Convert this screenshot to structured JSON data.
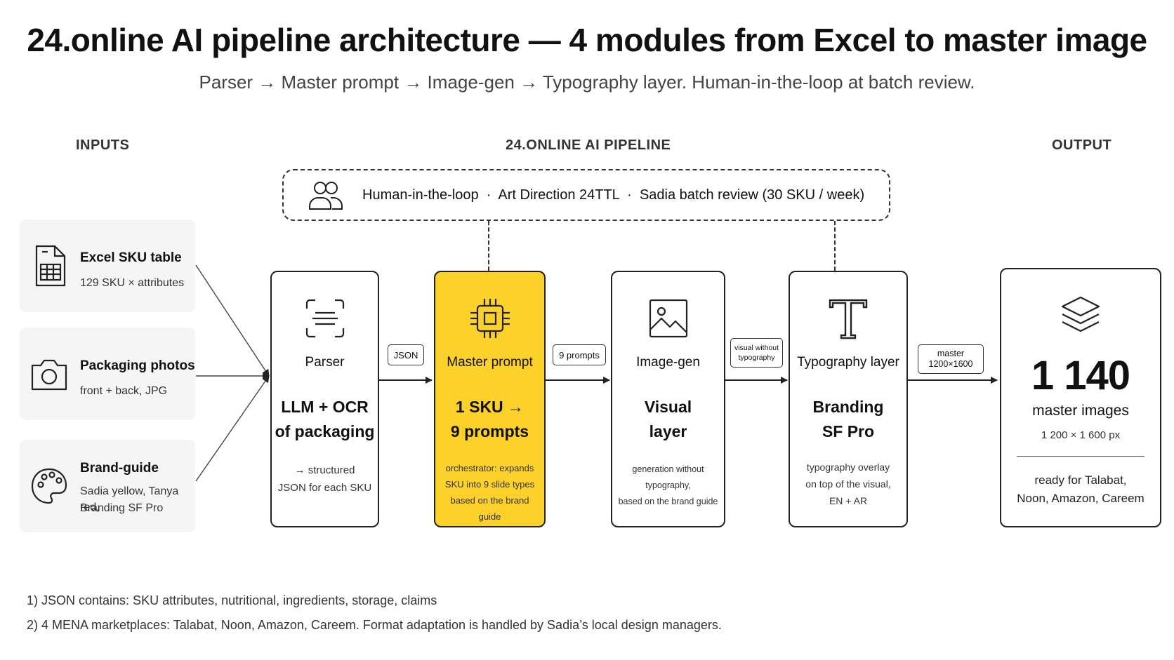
{
  "title": "24.online AI pipeline architecture — 4 modules from Excel to master image",
  "subtitle": "Parser → Master prompt → Image-gen → Typography layer. Human-in-the-loop at batch review.",
  "sections": {
    "inputs": "INPUTS",
    "pipeline": "24.ONLINE AI PIPELINE",
    "output": "OUTPUT"
  },
  "hitl": {
    "icon": "users-icon",
    "text": "Human-in-the-loop  ·  Art Direction 24TTL  ·  Sadia batch review (30 SKU / week)"
  },
  "inputs": [
    {
      "icon": "spreadsheet-file-icon",
      "title": "Excel SKU table",
      "sub1": "129 SKU × attributes",
      "sub2": ""
    },
    {
      "icon": "camera-icon",
      "title": "Packaging photos",
      "sub1": "front + back, JPG",
      "sub2": ""
    },
    {
      "icon": "palette-icon",
      "title": "Brand-guide",
      "sub1": "Sadia yellow, Tanya red,",
      "sub2": "Branding SF Pro"
    }
  ],
  "modules": [
    {
      "icon": "scan-text-icon",
      "name": "Parser",
      "big1": "LLM + OCR",
      "big2": "of packaging",
      "desc1": "→ structured",
      "desc2": "JSON for each SKU",
      "desc3": ""
    },
    {
      "icon": "chip-icon",
      "name": "Master prompt",
      "big1": "1 SKU →",
      "big2": "9 prompts",
      "desc1": "orchestrator: expands",
      "desc2": "SKU into 9 slide types",
      "desc3": "based on the brand guide"
    },
    {
      "icon": "image-icon",
      "name": "Image-gen",
      "big1": "Visual",
      "big2": "layer",
      "desc1": "generation without typography,",
      "desc2": "based on the brand guide",
      "desc3": ""
    },
    {
      "icon": "typography-icon",
      "name": "Typography layer",
      "big1": "Branding",
      "big2": "SF Pro",
      "desc1": "typography overlay",
      "desc2": "on top of the visual,",
      "desc3": "EN + AR"
    }
  ],
  "tags": [
    {
      "l1": "JSON",
      "l2": ""
    },
    {
      "l1": "9 prompts",
      "l2": ""
    },
    {
      "l1": "visual without",
      "l2": "typography"
    },
    {
      "l1": "master",
      "l2": "1200×1600"
    }
  ],
  "output": {
    "icon": "layers-icon",
    "number": "1 140",
    "label": "master images",
    "dims": "1 200 × 1 600 px",
    "markets1": "ready for Talabat,",
    "markets2": "Noon, Amazon, Careem"
  },
  "footnotes": [
    "1)  JSON contains: SKU attributes, nutritional, ingredients, storage, claims",
    "2)  4 MENA marketplaces: Talabat, Noon, Amazon, Careem. Format adaptation is handled by Sadia’s local design managers."
  ],
  "colors": {
    "accent": "#fcd12a",
    "stroke": "#222222",
    "input_bg": "#f5f5f5"
  }
}
